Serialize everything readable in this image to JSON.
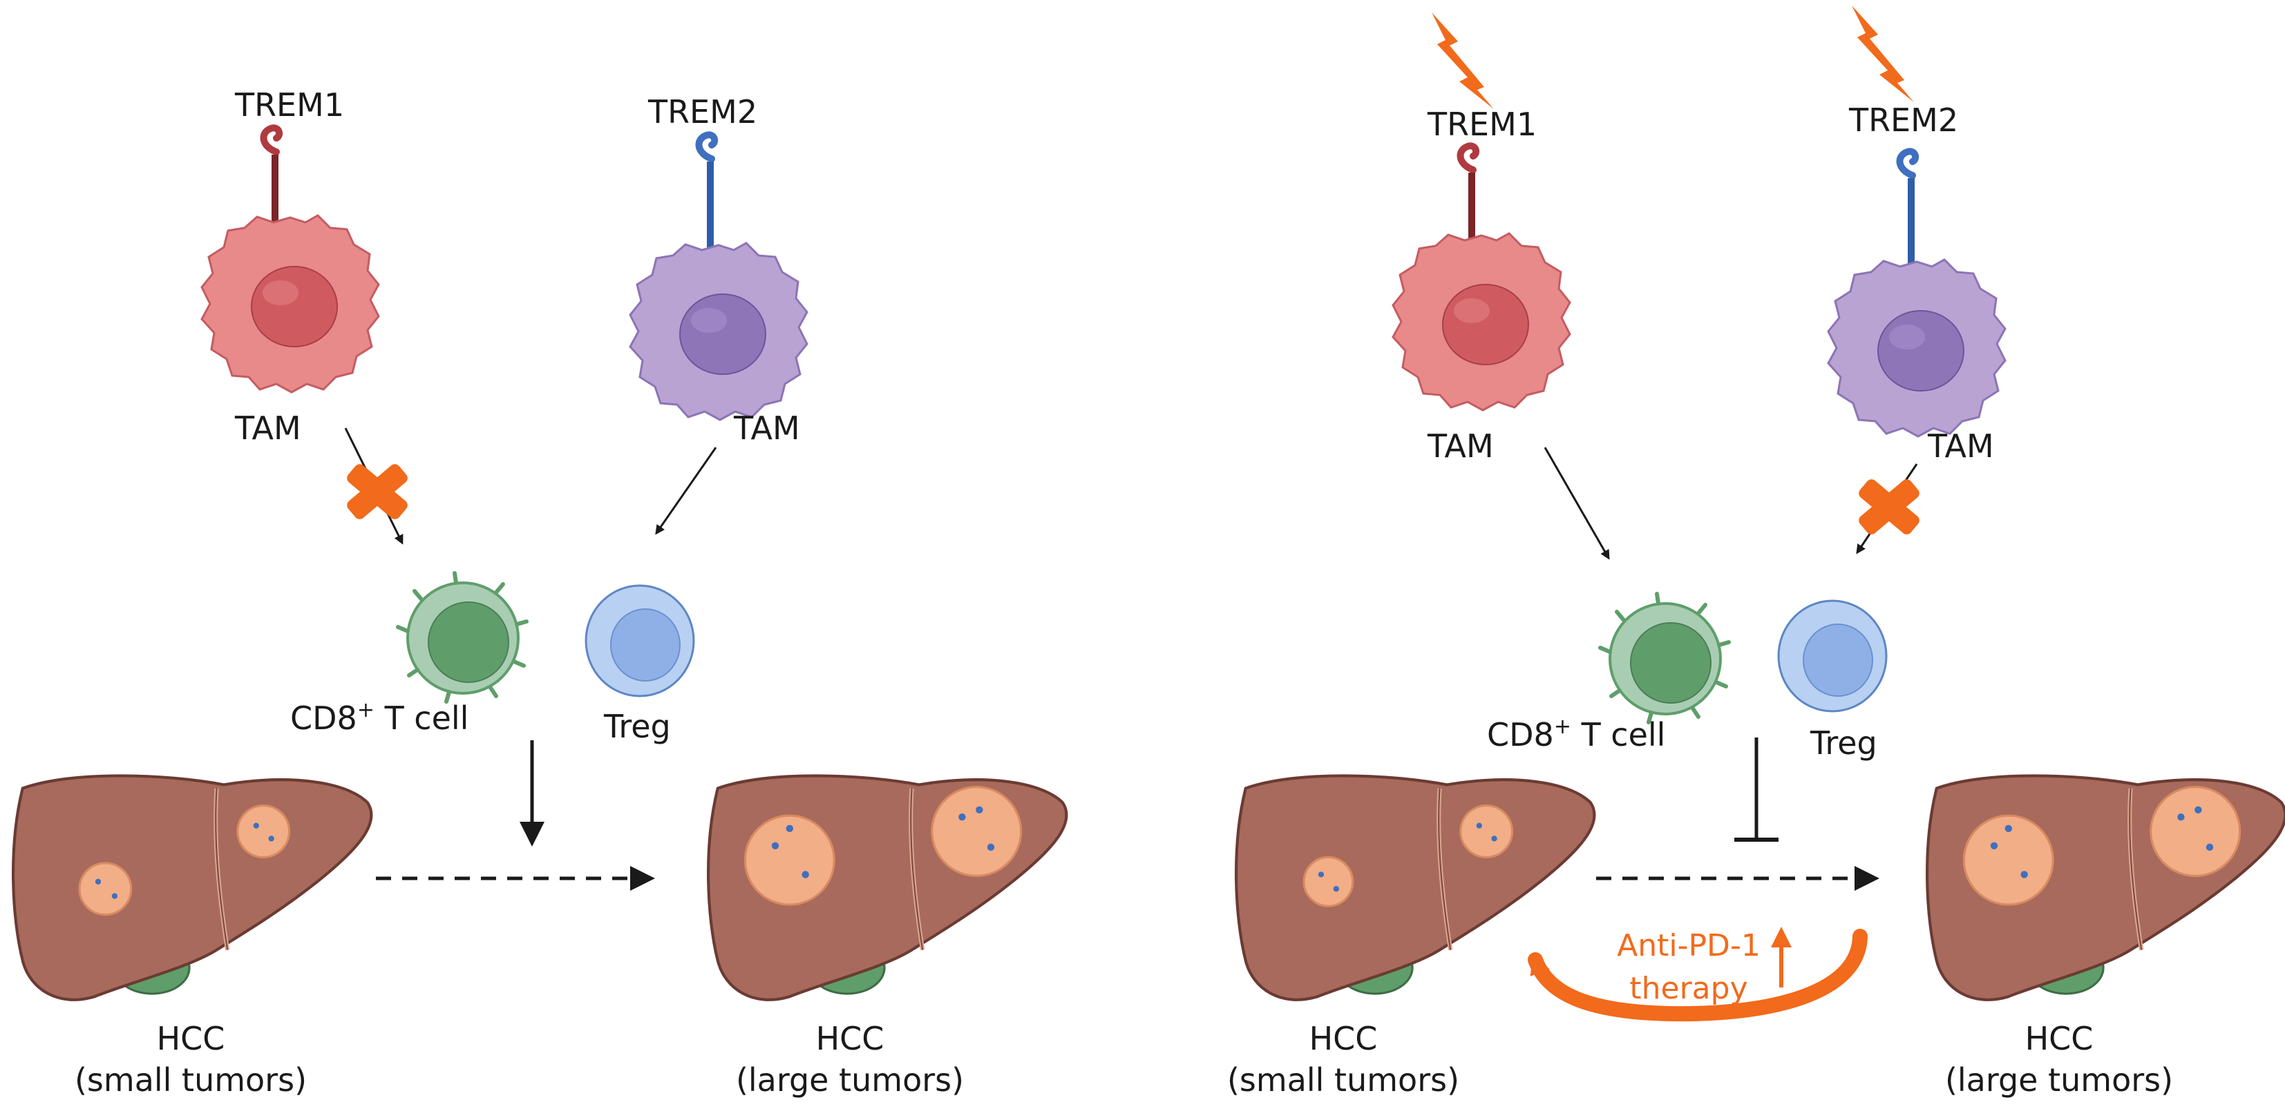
{
  "colors": {
    "liver": "#a86a5c",
    "liver_edge": "#6b3b33",
    "gall": "#5f9e6a",
    "tumor": "#f2ae86",
    "tam1": "#e8898a",
    "tam1_nucleus": "#cf5b60",
    "tam2": "#b8a3d3",
    "tam2_nucleus": "#8e75b8",
    "cd8": "#7fae8a",
    "treg": "#9dbbe8",
    "orange": "#f26a1b",
    "trem1_receptor": "#b03a3f",
    "trem2_receptor": "#3f6fbf",
    "arrow": "#1a1a1a"
  },
  "left_panel": {
    "trem1_label": "TREM1",
    "trem2_label": "TREM2",
    "tam1_label": "TAM",
    "tam2_label": "TAM",
    "cd8_label": "CD8",
    "cd8_sup": "+",
    "cd8_suffix": " T cell",
    "treg_label": "Treg",
    "hcc_small_line1": "HCC",
    "hcc_small_line2": "(small tumors)",
    "hcc_large_line1": "HCC",
    "hcc_large_line2": "(large tumors)"
  },
  "right_panel": {
    "trem1_label": "TREM1",
    "trem2_label": "TREM2",
    "tam1_label": "TAM",
    "tam2_label": "TAM",
    "cd8_label": "CD8",
    "cd8_sup": "+",
    "cd8_suffix": " T cell",
    "treg_label": "Treg",
    "hcc_small_line1": "HCC",
    "hcc_small_line2": "(small tumors)",
    "hcc_large_line1": "HCC",
    "hcc_large_line2": "(large tumors)",
    "therapy_line1": "Anti-PD-1",
    "therapy_line2": "therapy"
  }
}
